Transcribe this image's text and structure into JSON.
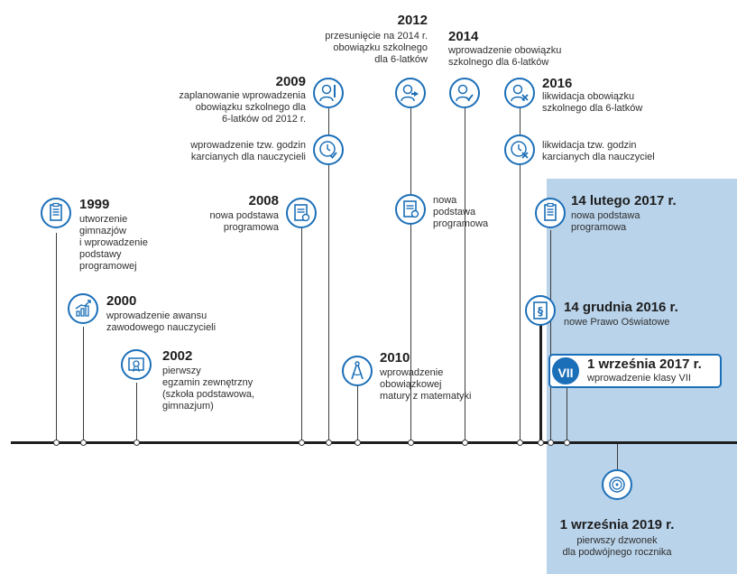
{
  "colors": {
    "accent": "#1b6fb8",
    "panel": "#b9d3ea",
    "axis": "#1f1f1f"
  },
  "events": {
    "e1999": {
      "year": "1999",
      "lines": [
        "utworzenie",
        "gimnazjów",
        "i wprowadzenie",
        "podstawy",
        "programowej"
      ],
      "icon": "document-icon"
    },
    "e2000": {
      "year": "2000",
      "lines": [
        "wprowadzenie awansu",
        "zawodowego nauczycieli"
      ],
      "icon": "growth-chart-icon"
    },
    "e2002": {
      "year": "2002",
      "lines": [
        "pierwszy",
        "egzamin zewnętrzny",
        "(szkoła podstawowa,",
        "gimnazjum)"
      ],
      "icon": "certificate-icon"
    },
    "e2008": {
      "year": "2008",
      "lines": [
        "nowa podstawa",
        "programowa"
      ],
      "icon": "document-icon"
    },
    "e2009": {
      "year": "2009",
      "lines": [
        "zaplanowanie wprowadzenia",
        "obowiązku szkolnego dla",
        "6-latków od 2012 r."
      ],
      "icon": "pupil-pencil-icon"
    },
    "e2009b": {
      "lines": [
        "wprowadzenie tzw. godzin",
        "karcianych dla nauczycieli"
      ],
      "icon": "clock-check-icon"
    },
    "e2010": {
      "year": "2010",
      "lines": [
        "wprowadzenie",
        "obowiązkowej",
        "matury z matematyki"
      ],
      "icon": "compass-icon"
    },
    "e2012": {
      "year": "2012",
      "lines": [
        "przesunięcie na 2014 r.",
        "obowiązku szkolnego",
        "dla 6-latków"
      ],
      "icon": "pupil-arrow-icon"
    },
    "e2012b": {
      "lines": [
        "nowa",
        "podstawa",
        "programowa"
      ],
      "icon": "document-icon"
    },
    "e2014": {
      "year": "2014",
      "lines": [
        "wprowadzenie obowiązku",
        "szkolnego dla 6-latków"
      ],
      "icon": "pupil-check-icon"
    },
    "e2016": {
      "year": "2016",
      "lines": [
        "likwidacja obowiązku",
        "szkolnego dla 6-latków"
      ],
      "icon": "pupil-cross-icon"
    },
    "e2016b": {
      "lines": [
        "likwidacja tzw. godzin",
        "karcianych dla nauczyciel"
      ],
      "icon": "clock-cross-icon"
    },
    "dec2016": {
      "year": "14 grudnia 2016 r.",
      "lines": [
        "nowe Prawo Oświatowe"
      ],
      "icon": "paragraph-icon"
    },
    "feb2017": {
      "year": "14 lutego 2017 r.",
      "lines": [
        "nowa podstawa",
        "programowa"
      ],
      "icon": "document-icon"
    },
    "sep2017": {
      "year": "1 września 2017 r.",
      "lines": [
        "wprowadzenie klasy VII"
      ],
      "badge": "VII"
    },
    "sep2019": {
      "year": "1 września 2019 r.",
      "lines": [
        "pierwszy dzwonek",
        "dla podwójnego rocznika"
      ],
      "icon": "bell-icon"
    }
  }
}
